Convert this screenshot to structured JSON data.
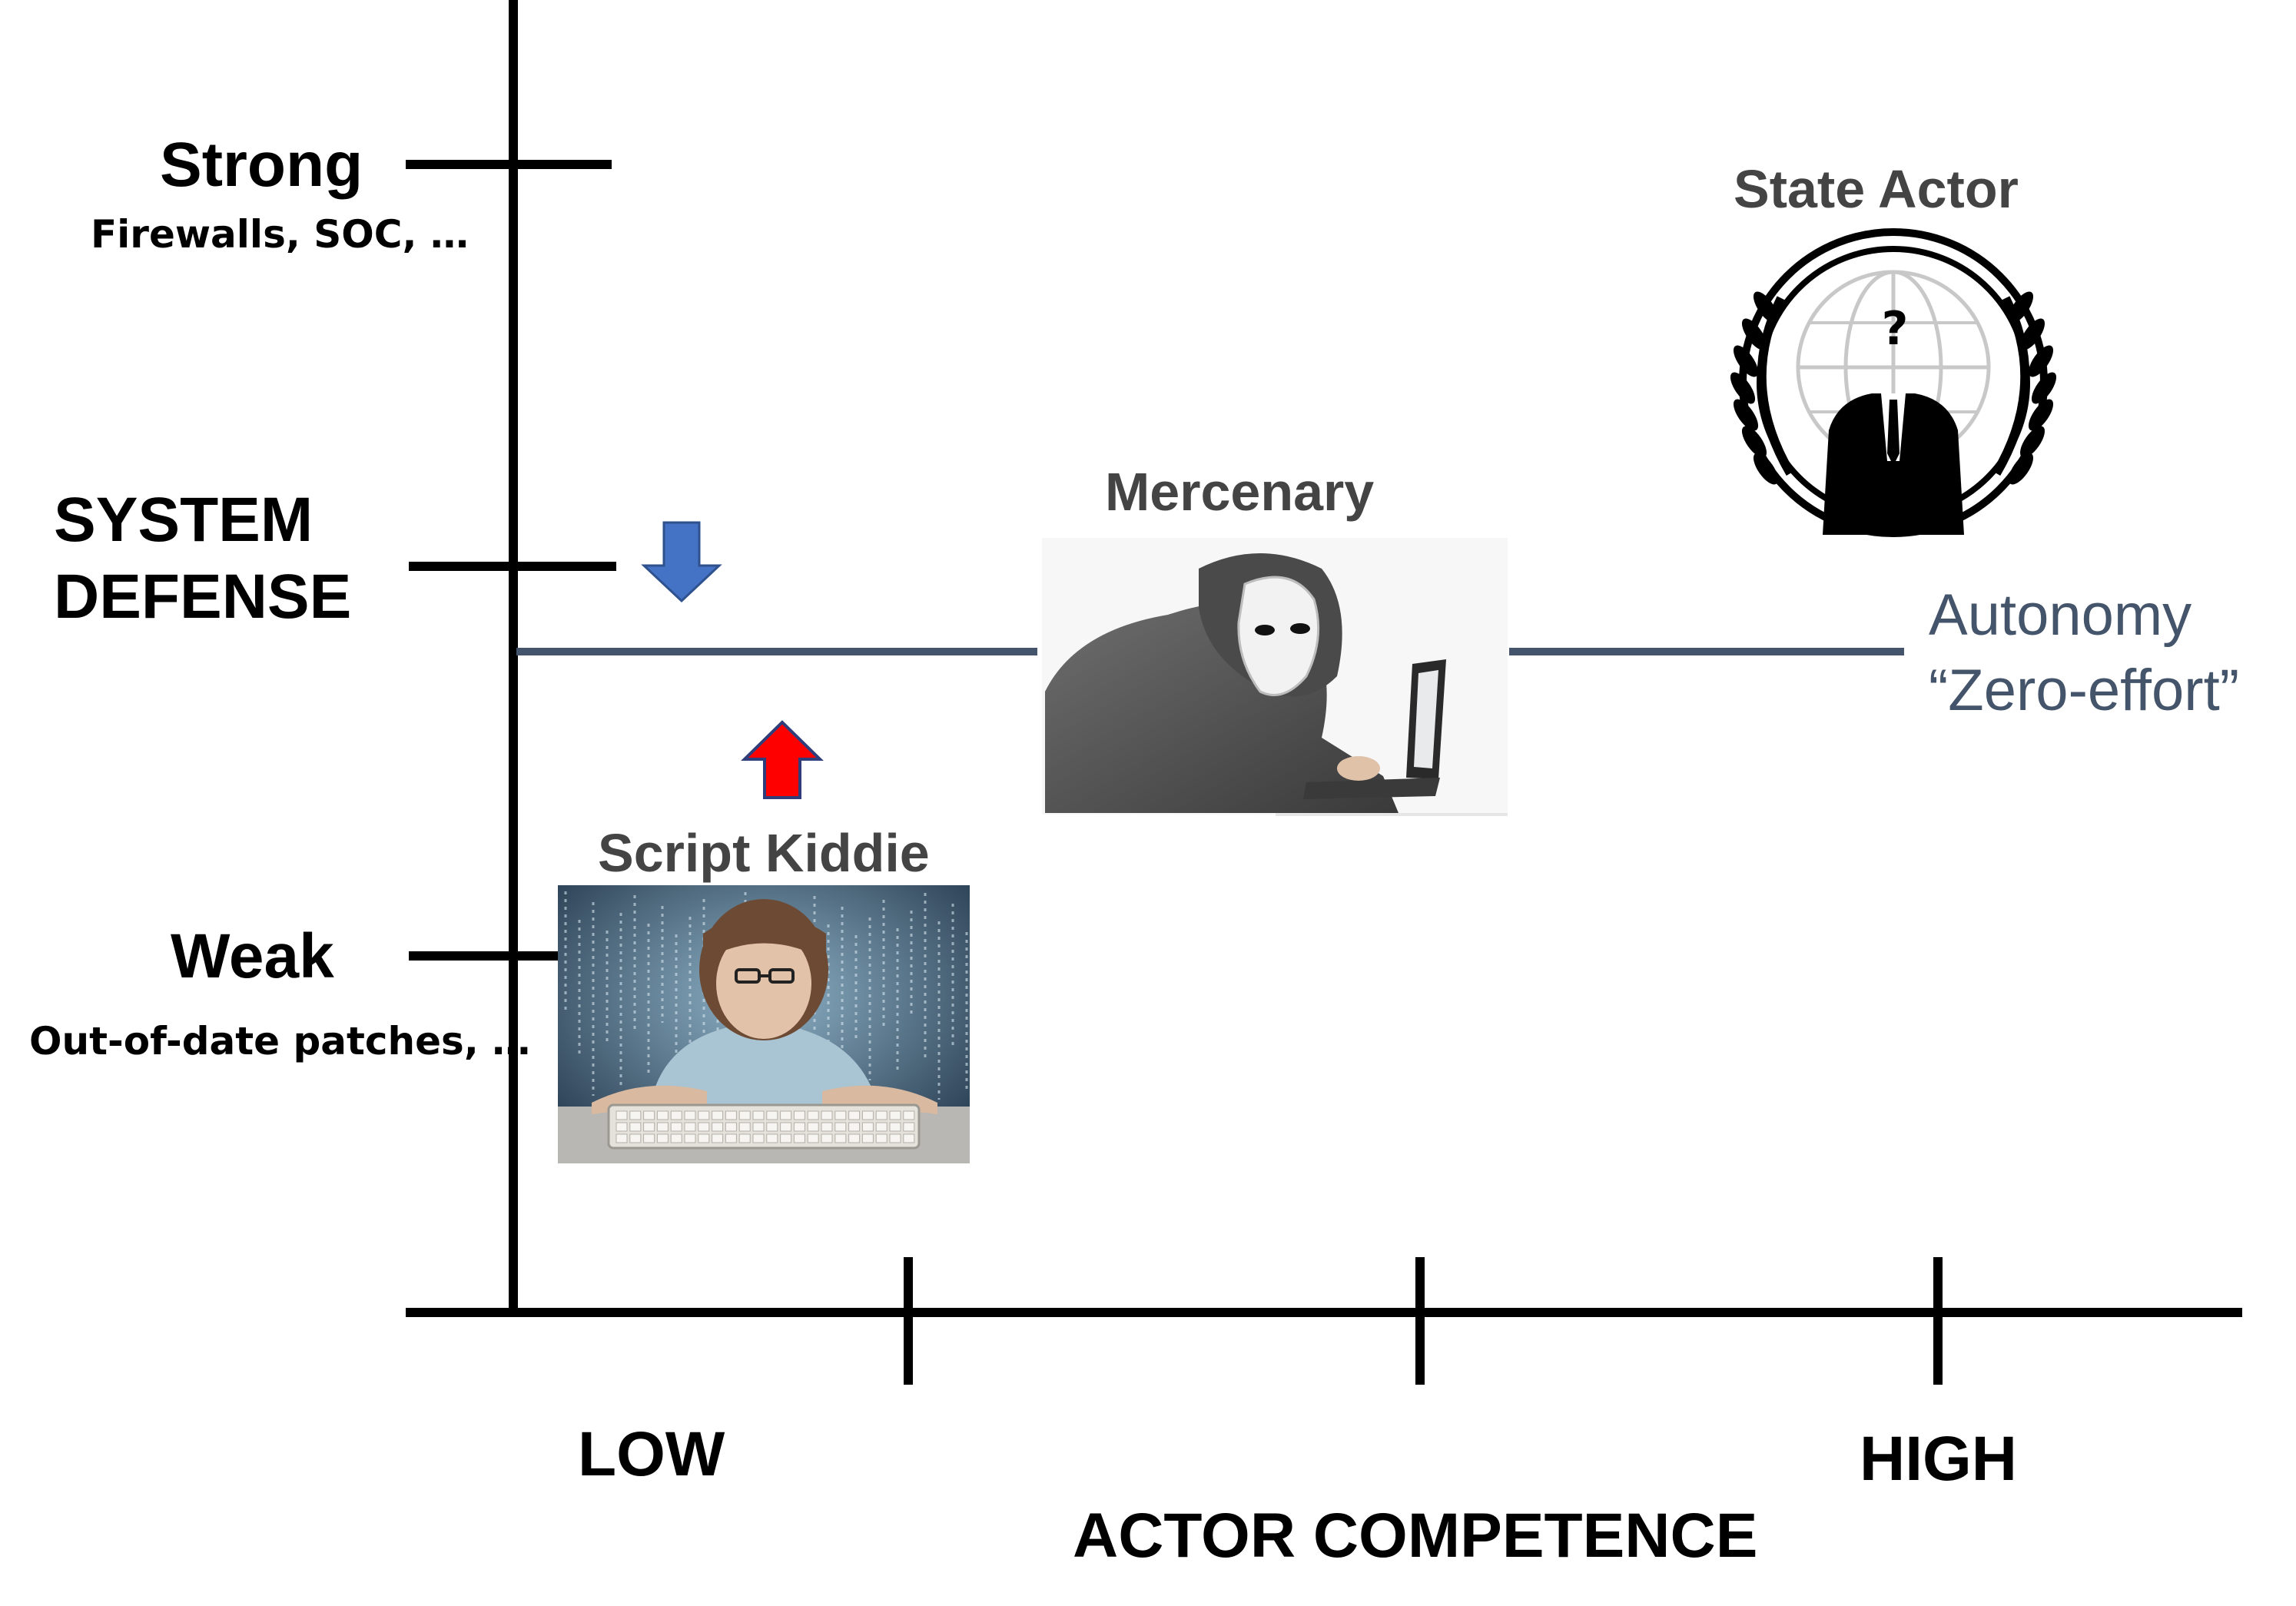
{
  "y_axis": {
    "title_line1": "SYSTEM",
    "title_line2": "DEFENSE",
    "strong_label": "Strong",
    "strong_sub": "Firewalls, SOC, …",
    "weak_label": "Weak",
    "weak_sub": "Out-of-date patches, …"
  },
  "x_axis": {
    "title": "ACTOR COMPETENCE",
    "low_label": "LOW",
    "high_label": "HIGH"
  },
  "actors": {
    "script_kiddie": "Script Kiddie",
    "mercenary": "Mercenary",
    "state_actor": "State Actor"
  },
  "autonomy": {
    "line1": "Autonomy",
    "line2": "“Zero-effort”"
  },
  "colors": {
    "axis": "#000000",
    "threshold": "#44546a",
    "arrow_down": "#4472c4",
    "arrow_up": "#ff0000",
    "actor_text": "#444444"
  },
  "icons": {
    "script_kiddie": "child-at-keyboard-photo",
    "mercenary": "masked-hacker-photo",
    "state_actor": "anonymous-emblem"
  }
}
